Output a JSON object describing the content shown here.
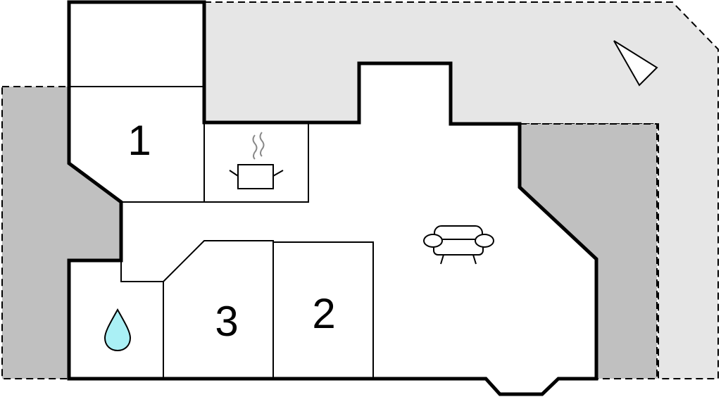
{
  "colors": {
    "background": "#ffffff",
    "outdoor_light": "#e6e6e6",
    "outdoor_dark": "#c0c0c0",
    "wall": "#000000",
    "water": "#aaf0f5",
    "steam": "#888888"
  },
  "rooms": [
    {
      "id": "bedroom-1",
      "label": "1"
    },
    {
      "id": "bedroom-2",
      "label": "2"
    },
    {
      "id": "bedroom-3",
      "label": "3"
    }
  ],
  "icons": {
    "kitchen": "cooking-pot-icon",
    "living": "sofa-icon",
    "bathroom": "water-drop-icon",
    "compass": "north-arrow-icon"
  }
}
